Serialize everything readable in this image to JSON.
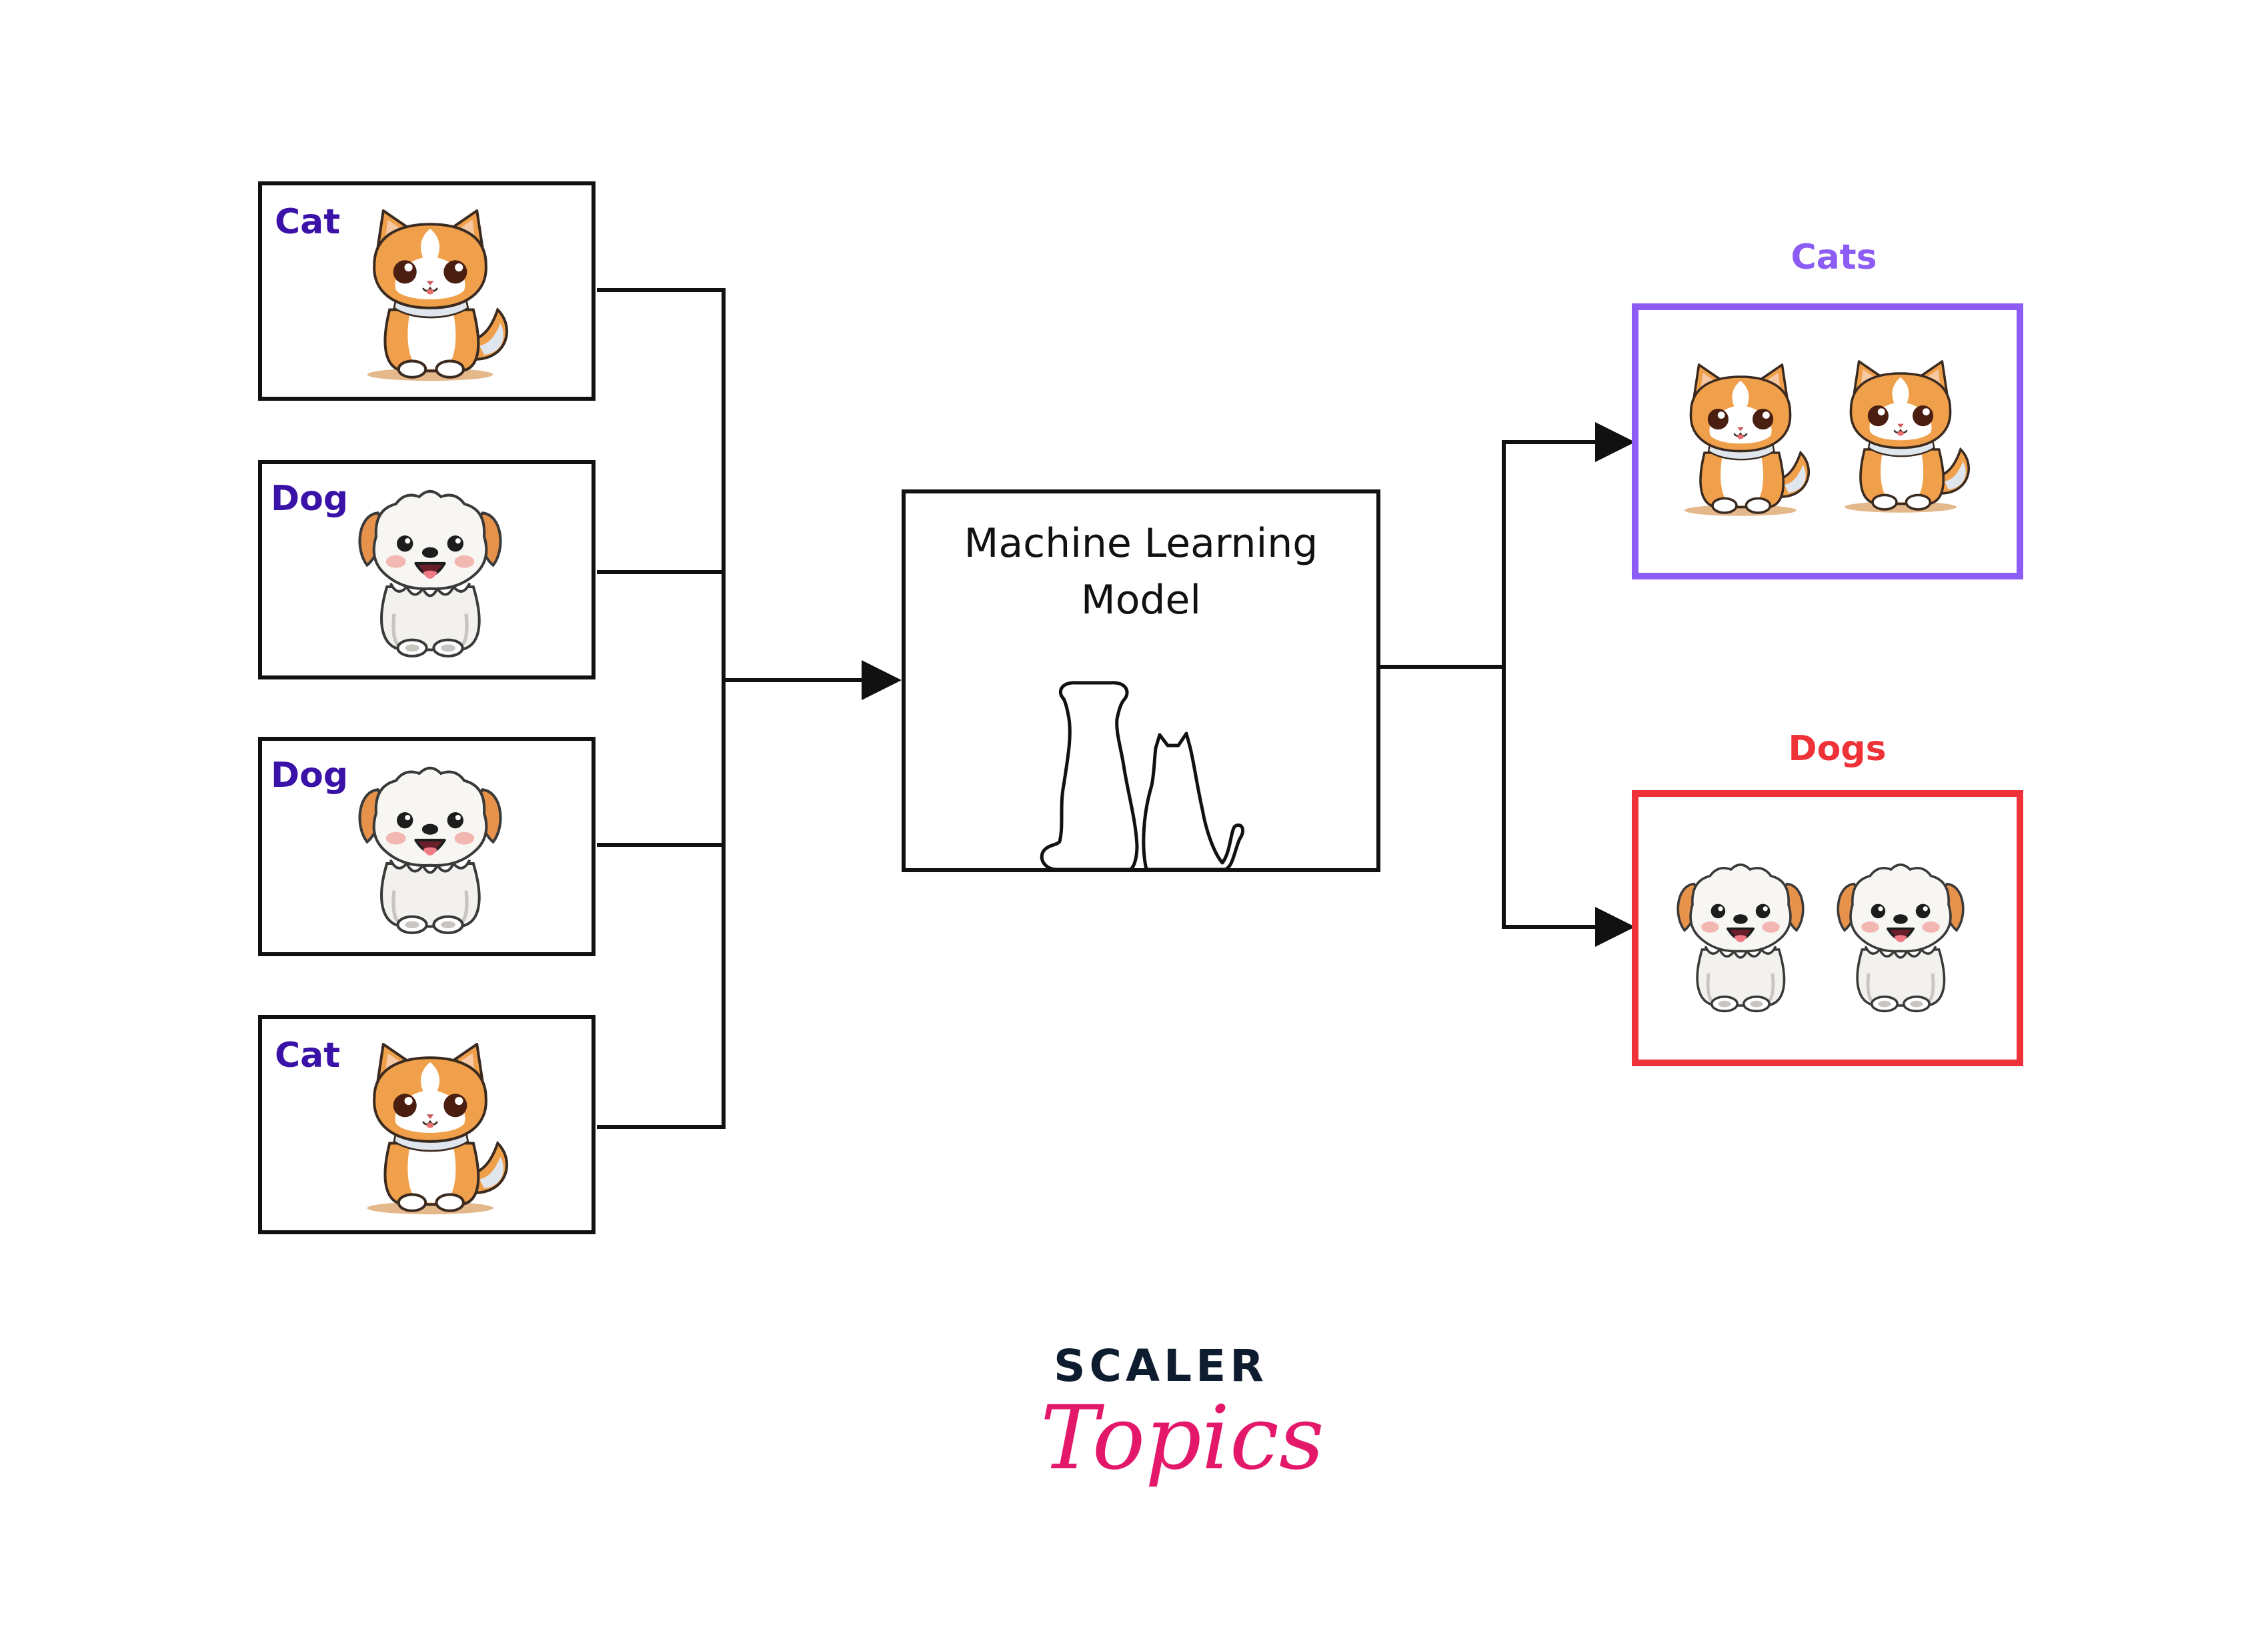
{
  "inputs": [
    {
      "label": "Cat",
      "animal": "cat"
    },
    {
      "label": "Dog",
      "animal": "dog"
    },
    {
      "label": "Dog",
      "animal": "dog"
    },
    {
      "label": "Cat",
      "animal": "cat"
    }
  ],
  "model": {
    "title_line1": "Machine Learning",
    "title_line2": "Model",
    "icon": "dog-cat-silhouette-icon"
  },
  "outputs": [
    {
      "label": "Cats",
      "animal": "cat",
      "color": "#8c5cf5"
    },
    {
      "label": "Dogs",
      "animal": "dog",
      "color": "#ee3238"
    }
  ],
  "colors": {
    "input_label": "#3a12a8",
    "line": "#111111",
    "cat_orange": "#f0a04b",
    "dog_ear": "#e7924a"
  },
  "logo": {
    "word1": "SCALER",
    "word2": "Topics",
    "word1_color": "#0e1c2f",
    "word2_color": "#e3186b"
  }
}
